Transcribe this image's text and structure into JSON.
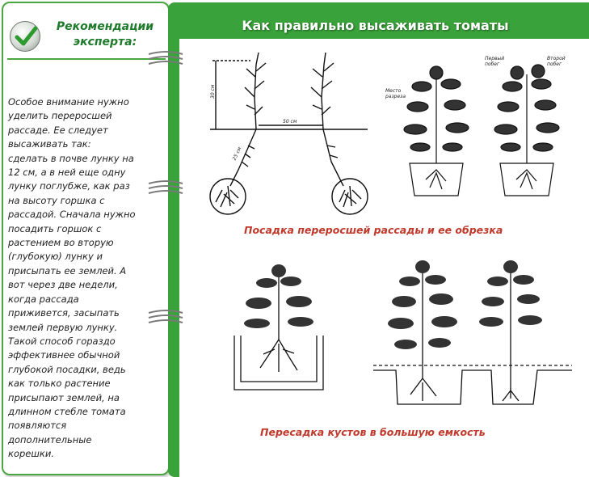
{
  "card": {
    "title_line1": "Рекомендации",
    "title_line2": "эксперта:",
    "body_lines": [
      "Особое внимание нужно",
      "уделить переросшей",
      "рассаде. Ее следует",
      "высаживать так:",
      "сделать в почве лунку на",
      "12 см, а в ней еще одну",
      "лунку поглубже, как раз",
      "на высоту горшка с",
      "рассадой. Сначала нужно",
      "посадить горшок с",
      "растением во вторую",
      "(глубокую) лунку и",
      "присыпать ее землей. А",
      "вот через две недели,",
      "когда рассада",
      "приживется, засыпать",
      "землей первую лунку.",
      "Такой способ гораздо",
      "эффективнее обычной",
      "глубокой посадки, ведь",
      "как только растение",
      "присыпают землей, на",
      "длинном стебле томата",
      "появляются",
      "дополнительные",
      "корешки."
    ]
  },
  "panel": {
    "title": "Как правильно  высаживать томаты",
    "caption_top": "Посадка переросшей рассады и ее обрезка",
    "caption_bottom": "Пересадка  кустов в большую емкость",
    "diagram_labels": {
      "dim_height": "30 см",
      "dim_width": "50 см",
      "dim_slant": "25 см",
      "cut_place_1": "Место",
      "cut_place_2": "разреза",
      "first_shoot_1": "Первый",
      "first_shoot_2": "побег",
      "second_shoot_1": "Второй",
      "second_shoot_2": "побег"
    }
  },
  "colors": {
    "green": "#3aa23a",
    "dark_green_text": "#1f7b2c",
    "caption_red": "#c0392b"
  },
  "icons": [
    "check-icon",
    "binder-ring-icon"
  ]
}
